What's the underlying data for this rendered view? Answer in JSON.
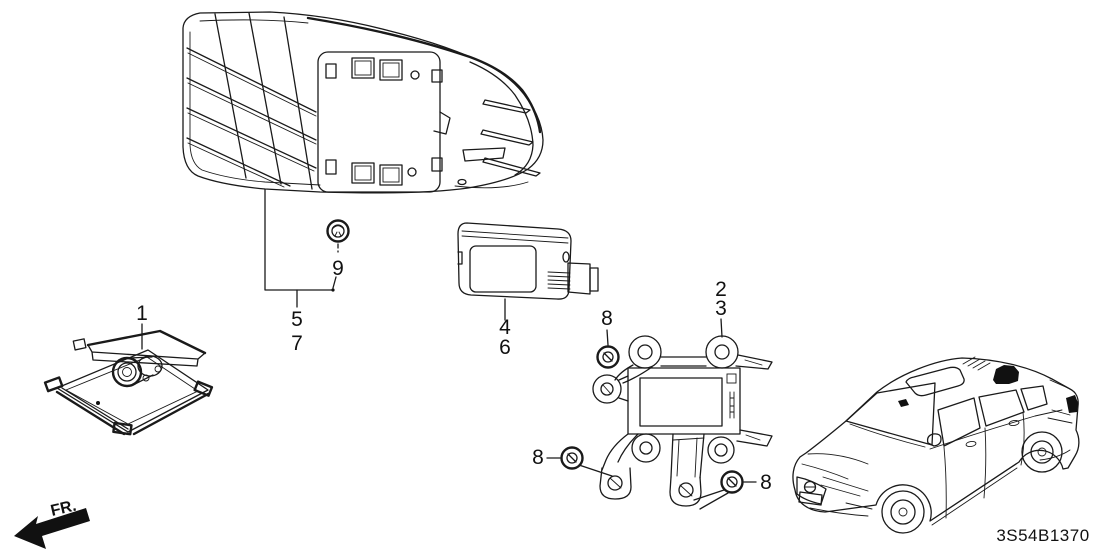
{
  "diagram": {
    "code": "3S54B1370",
    "direction_indicator": "FR.",
    "colors": {
      "line": "#1a1a1a",
      "background": "#ffffff"
    }
  },
  "callouts": {
    "c1": "1",
    "c2": "2",
    "c3": "3",
    "c4": "4",
    "c5": "5",
    "c6": "6",
    "c7": "7",
    "c8": "8",
    "c9": "9"
  }
}
